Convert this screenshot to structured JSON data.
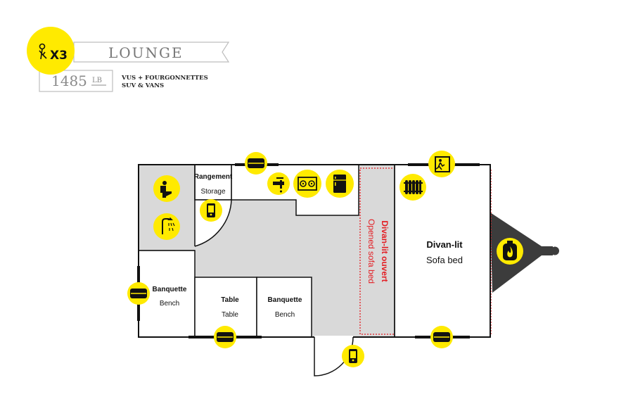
{
  "header": {
    "capacity": "X3",
    "model_name": "LOUNGE",
    "weight_value": "1485",
    "weight_unit": "LB",
    "vehicle_fr": "VUS + FOURGONNETTES",
    "vehicle_en": "SUV & VANS"
  },
  "rooms": {
    "storage_fr": "Rangement",
    "storage_en": "Storage",
    "bench_left_fr": "Banquette",
    "bench_left_en": "Bench",
    "table_fr": "Table",
    "table_en": "Table",
    "bench_right_fr": "Banquette",
    "bench_right_en": "Bench",
    "opened_bed_fr": "Divan-lit ouvert",
    "opened_bed_en": "Opened sofa bed",
    "sofa_bed_fr": "Divan-lit",
    "sofa_bed_en": "Sofa bed"
  },
  "icons": [
    "toilet-icon",
    "shower-icon",
    "phone-icon",
    "window-icon",
    "faucet-icon",
    "stove-icon",
    "fridge-icon",
    "emergency-exit-icon",
    "heater-icon",
    "propane-tank-icon",
    "door-icon"
  ],
  "colors": {
    "accent_yellow": "#ffea00",
    "floor_gray": "#d9d9d9",
    "room_white": "#ffffff",
    "opened_bed_outline": "#e31e24",
    "hitch": "#3c3c3c"
  }
}
